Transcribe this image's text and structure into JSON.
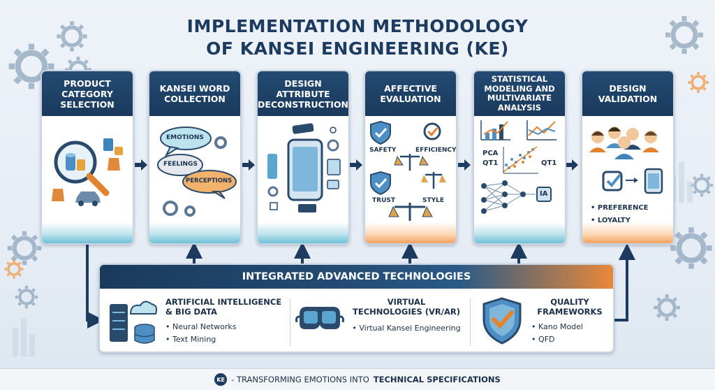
{
  "title": {
    "line1": "IMPLEMENTATION METHODOLOGY",
    "line2": "OF KANSEI ENGINEERING (KE)"
  },
  "steps": [
    {
      "label": "PRODUCT CATEGORY SELECTION",
      "icon": "magnifier-products-icon"
    },
    {
      "label": "KANSEI WORD COLLECTION",
      "icon": "speech-bubbles-icon",
      "bubbles": [
        "EMOTIONS",
        "FEELINGS",
        "PERCEPTIONS"
      ]
    },
    {
      "label": "DESIGN ATTRIBUTE DECONSTRUCTION",
      "icon": "exploded-phone-icon"
    },
    {
      "label": "AFFECTIVE EVALUATION",
      "icon": "shields-scales-icon",
      "attributes": [
        "SAFETY",
        "EFFICIENCY",
        "TRUST",
        "STYLE"
      ]
    },
    {
      "label": "STATISTICAL MODELING AND MULTIVARIATE ANALYSIS",
      "icon": "charts-network-icon",
      "labels": [
        "PCA",
        "QT1",
        "QT1",
        "IA"
      ]
    },
    {
      "label": "DESIGN VALIDATION",
      "icon": "users-check-icon",
      "outcomes": [
        "PREFERENCE",
        "LOYALTY"
      ]
    }
  ],
  "technologies": {
    "header": "INTEGRATED ADVANCED TECHNOLOGIES",
    "columns": [
      {
        "title_line1": "ARTIFICIAL INTELLIGENCE",
        "title_line2": "& BIG DATA",
        "items": [
          "Neural Networks",
          "Text Mining"
        ],
        "icon": "server-cloud-icon"
      },
      {
        "title_line1": "VIRTUAL",
        "title_line2": "TECHNOLOGIES (VR/AR)",
        "items": [
          "Virtual Kansei Engineering"
        ],
        "icon": "vr-headset-icon"
      },
      {
        "title_line1": "QUALITY",
        "title_line2": "FRAMEWORKS",
        "items": [
          "Kano Model",
          "QFD"
        ],
        "icon": "shield-check-icon"
      }
    ]
  },
  "footer": {
    "logo": "KE",
    "prefix": "- TRANSFORMING EMOTIONS INTO",
    "emphasis": "TECHNICAL SPECIFICATIONS"
  },
  "colors": {
    "navy": "#1d3a5f",
    "teal": "#55b6d0",
    "orange": "#ee8e3e"
  }
}
